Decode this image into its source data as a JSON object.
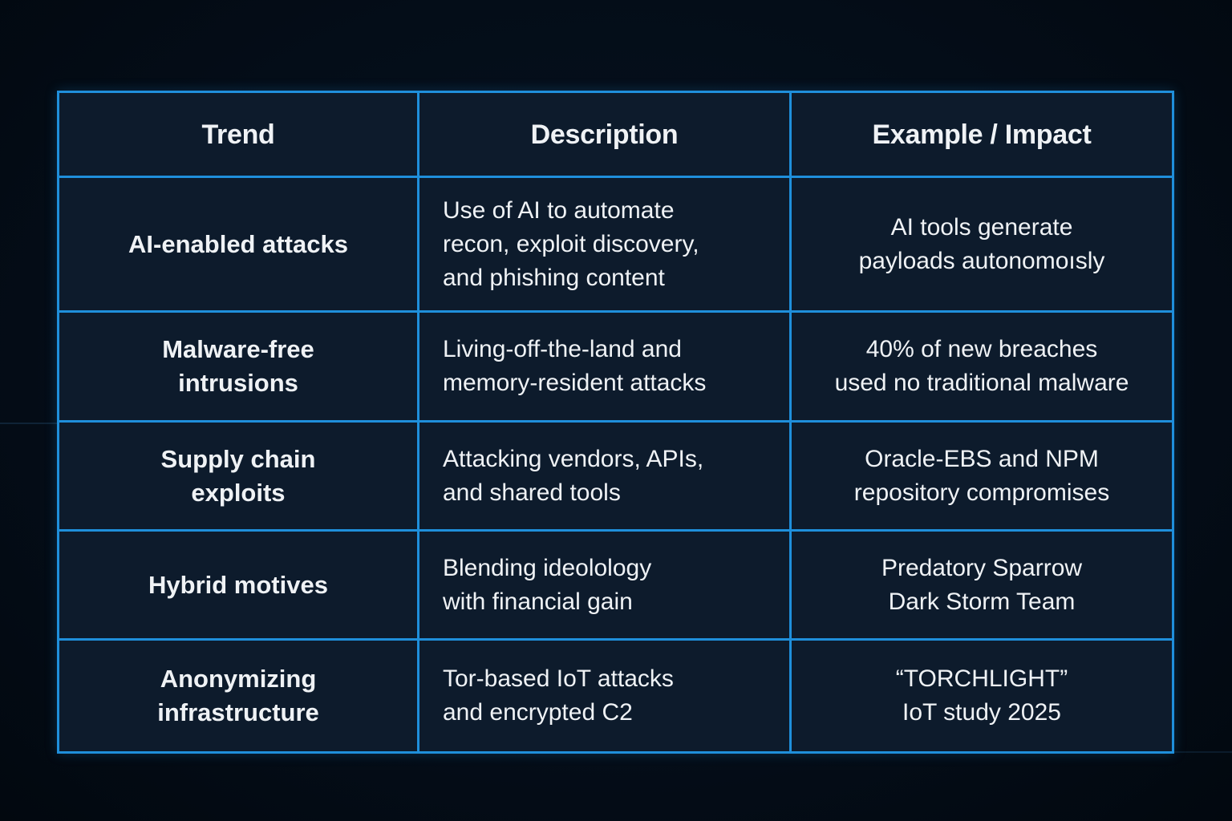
{
  "colors": {
    "page_background": "#030b14",
    "table_border": "#1f8fdb",
    "cell_background": "#0d1b2c",
    "text": "#eff2f5"
  },
  "table": {
    "headers": [
      "Trend",
      "Description",
      "Example / Impact"
    ],
    "rows": [
      {
        "trend": "AI-enabled attacks",
        "description": "Use of AI to automate\nrecon, exploit discovery,\nand phishing content",
        "example": "AI tools generate\npayloads autonomoısly"
      },
      {
        "trend": "Malware-free\nintrusions",
        "description": "Living-off-the-land and\nmemory-resident attacks",
        "example": "40% of new breaches\nused no traditional malware"
      },
      {
        "trend": "Supply chain\nexploits",
        "description": "Attacking vendors, APIs,\nand shared tools",
        "example": "Oracle-EBS and NPM\nrepository compromises"
      },
      {
        "trend": "Hybrid motives",
        "description": "Blending ideolology\nwith financial gain",
        "example": "Predatory Sparrow\nDark Storm Team"
      },
      {
        "trend": "Anonymizing\ninfrastructure",
        "description": "Tor-based IoT attacks\nand encrypted C2",
        "example": "“TORCHLIGHT”\nIoT study 2025"
      }
    ]
  }
}
